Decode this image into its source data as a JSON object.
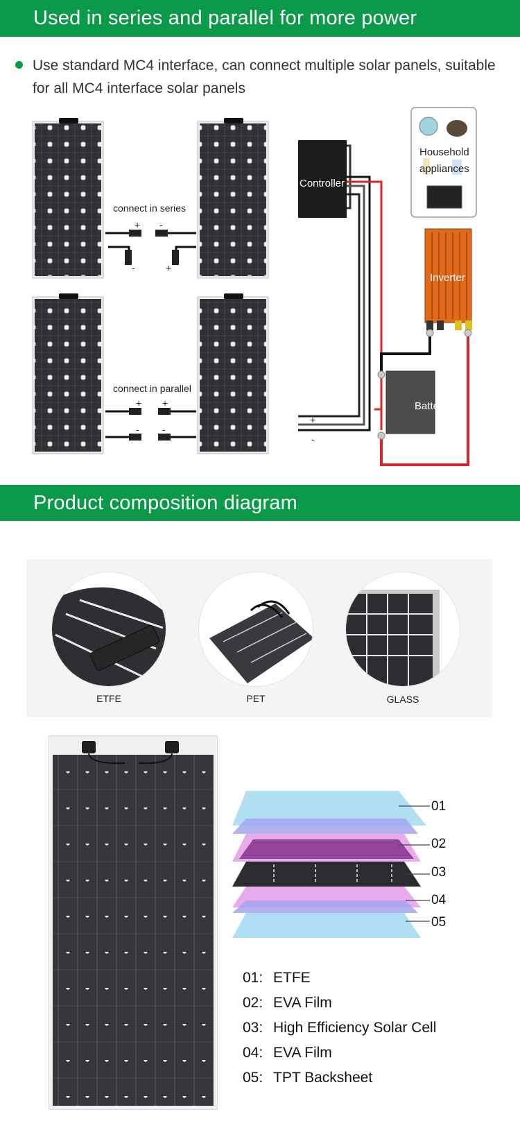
{
  "section1": {
    "title": "Used in series and parallel for more power",
    "bullet": "Use standard MC4 interface, can connect multiple solar panels, suitable for all MC4 interface solar panels"
  },
  "wiring": {
    "series_label": "connect in series",
    "parallel_label": "connect in parallel",
    "plus": "+",
    "minus": "-",
    "controller": "Controller",
    "household_line1": "Household",
    "household_line2": "appliances",
    "inverter": "Inverter",
    "battery": "Battery"
  },
  "section2": {
    "title": "Product composition diagram",
    "circles": [
      {
        "caption": "ETFE"
      },
      {
        "caption": "PET"
      },
      {
        "caption": "GLASS"
      }
    ],
    "layer_numbers": [
      "01",
      "02",
      "03",
      "04",
      "05"
    ],
    "legend": [
      {
        "num": "01:",
        "text": "ETFE"
      },
      {
        "num": "02:",
        "text": "EVA Film"
      },
      {
        "num": "03:",
        "text": "High Efficiency Solar Cell"
      },
      {
        "num": "04:",
        "text": "EVA Film"
      },
      {
        "num": "05:",
        "text": "TPT Backsheet"
      }
    ]
  },
  "colors": {
    "brand_green": "#0a9a4a",
    "panel_dark": "#2b2b2e",
    "inverter_orange": "#e06a1a",
    "wire_red": "#d8262a",
    "layer_blue": "#a9dcf2",
    "layer_pink": "#e8a3e8"
  }
}
